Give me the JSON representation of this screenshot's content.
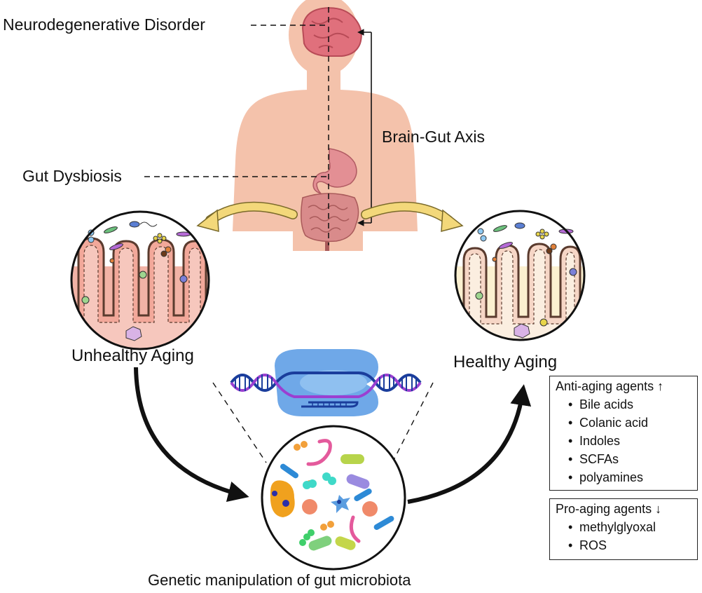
{
  "labels": {
    "neurodegenerative": "Neurodegenerative Disorder",
    "brain_gut_axis": "Brain-Gut Axis",
    "gut_dysbiosis": "Gut Dysbiosis",
    "unhealthy_aging": "Unhealthy Aging",
    "healthy_aging": "Healthy Aging",
    "genetic_manipulation": "Genetic manipulation of gut microbiota"
  },
  "anti_aging": {
    "title": "Anti-aging agents ↑",
    "items": [
      "Bile acids",
      "Colanic acid",
      "Indoles",
      "SCFAs",
      "polyamines"
    ]
  },
  "pro_aging": {
    "title": "Pro-aging agents ↓",
    "items": [
      "methylglyoxal",
      "ROS"
    ]
  },
  "colors": {
    "skin": "#f4c2ab",
    "brain": "#e0707c",
    "gut": "#d98b8b",
    "unhealthy_tissue": "#f2b3a6",
    "healthy_tissue": "#fbf0d0",
    "arrow_yellow": "#f3d87a",
    "cas_protein": "#6fa8e8",
    "dna_blue": "#1a3d9c",
    "dna_purple": "#9b3fd1"
  },
  "icons": [
    "human-body-icon",
    "brain-icon",
    "stomach-icon",
    "intestine-icon",
    "dna-icon",
    "cas9-protein-icon",
    "bacteria-icon",
    "villi-icon"
  ]
}
